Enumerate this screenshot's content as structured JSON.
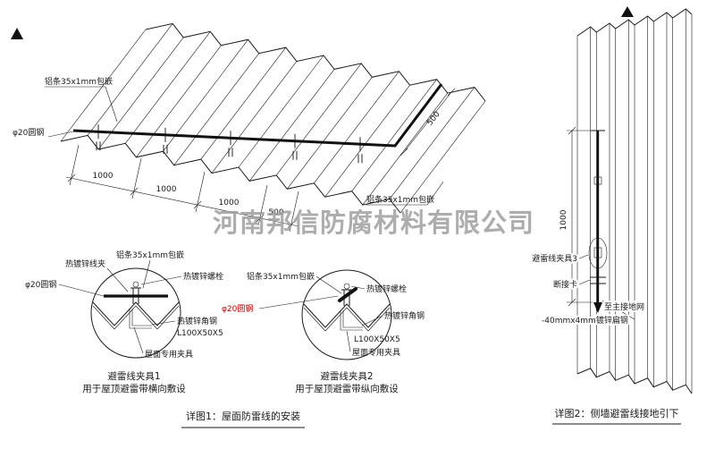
{
  "watermark": "河南邦信防腐材料有限公司",
  "roof": {
    "alu_strip": "铝条35x1mm包嵌",
    "round_steel": "φ20圆钢",
    "alu_strip_right": "铝条35x1mm包嵌",
    "d1000": "1000",
    "d500": "500"
  },
  "detail1": {
    "wire_clamp": "热镀锌线夹",
    "alu_strip": "铝条35x1mm包嵌",
    "bolt": "热镀锌螺栓",
    "round_steel": "φ20圆钢",
    "angle_steel": "热镀锌角钢",
    "angle_spec": "L100X50X5",
    "roof_clamp": "屋面专用夹具",
    "title": "避雷线夹具1",
    "subtitle": "用于屋顶避雷带横向敷设",
    "caption": "详图1：屋面防雷线的安装"
  },
  "detail2": {
    "alu_strip": "铝条35x1mm包嵌",
    "bolt": "热镀锌螺栓",
    "round_steel": "φ20圆钢",
    "angle_steel": "热镀锌角钢",
    "angle_spec": "L100X50X5",
    "roof_clamp": "屋面专用夹具",
    "title": "避雷线夹具2",
    "subtitle": "用于屋顶避雷带纵向敷设"
  },
  "wall": {
    "clamp": "避雷线夹具3",
    "disconnect": "断接卡",
    "to_ground": "至主接地网",
    "flat_steel": "-40mmx4mm镀锌扁钢",
    "d1000": "1000",
    "caption": "详图2：侧墙避雷线接地引下"
  }
}
